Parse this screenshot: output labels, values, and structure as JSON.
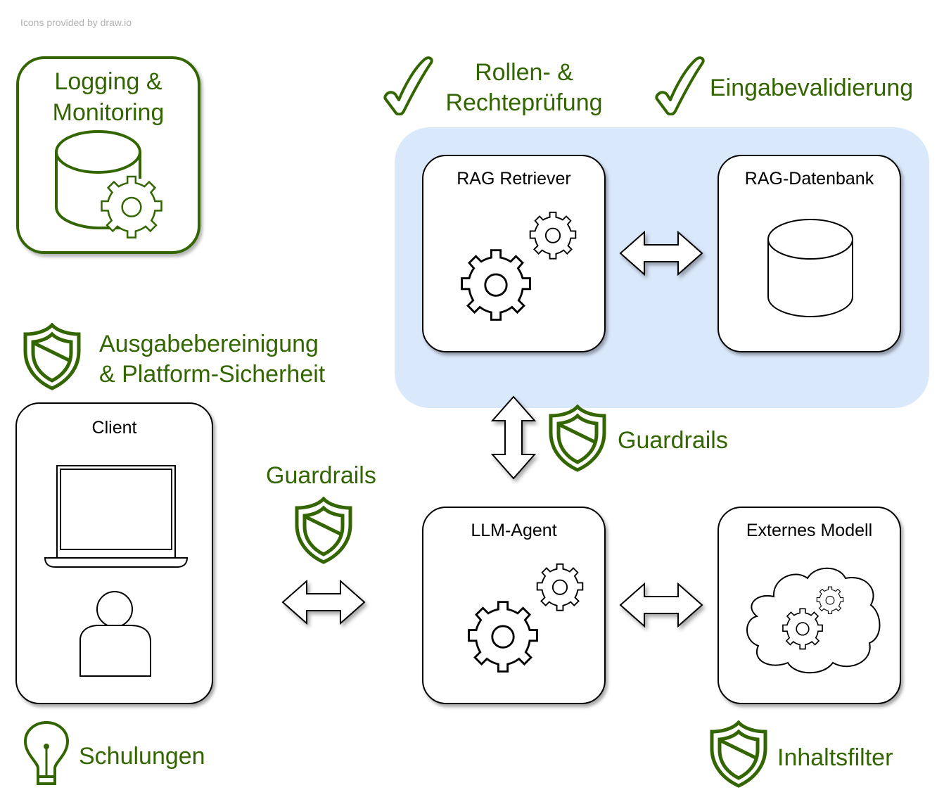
{
  "credit": "Icons provided by draw.io",
  "colors": {
    "accent_green": "#336600",
    "group_fill": "#dae8fc",
    "credit_gray": "#b3b3b3",
    "node_border": "#000000"
  },
  "logging": {
    "title_line1": "Logging &",
    "title_line2": "Monitoring",
    "icon": "database-gear-icon"
  },
  "controls": {
    "roles": {
      "icon": "checkmark-icon",
      "line1": "Rollen- &",
      "line2": "Rechteprüfung"
    },
    "input_validation": {
      "icon": "checkmark-icon",
      "label": "Eingabevalidierung"
    },
    "output_sanitization": {
      "icon": "shield-icon",
      "line1": "Ausgabebereinigung",
      "line2": "& Platform-Sicherheit"
    },
    "guardrails_rag": {
      "icon": "shield-icon",
      "label": "Guardrails"
    },
    "guardrails_client": {
      "icon": "shield-icon",
      "label": "Guardrails"
    },
    "training": {
      "icon": "lightbulb-icon",
      "label": "Schulungen"
    },
    "content_filter": {
      "icon": "shield-icon",
      "label": "Inhaltsfilter"
    }
  },
  "nodes": {
    "rag_retriever": {
      "label": "RAG Retriever",
      "icon": "gears-icon"
    },
    "rag_database": {
      "label": "RAG-Datenbank",
      "icon": "database-icon"
    },
    "client": {
      "label": "Client",
      "icons": [
        "laptop-icon",
        "user-icon"
      ]
    },
    "llm_agent": {
      "label": "LLM-Agent",
      "icon": "gears-icon"
    },
    "external_model": {
      "label": "Externes Modell",
      "icon": "cloud-gears-icon"
    }
  },
  "connections": [
    {
      "from": "rag_retriever",
      "to": "rag_database",
      "type": "bidirectional"
    },
    {
      "from": "rag_retriever",
      "to": "llm_agent",
      "type": "bidirectional"
    },
    {
      "from": "client",
      "to": "llm_agent",
      "type": "bidirectional"
    },
    {
      "from": "llm_agent",
      "to": "external_model",
      "type": "bidirectional"
    }
  ]
}
